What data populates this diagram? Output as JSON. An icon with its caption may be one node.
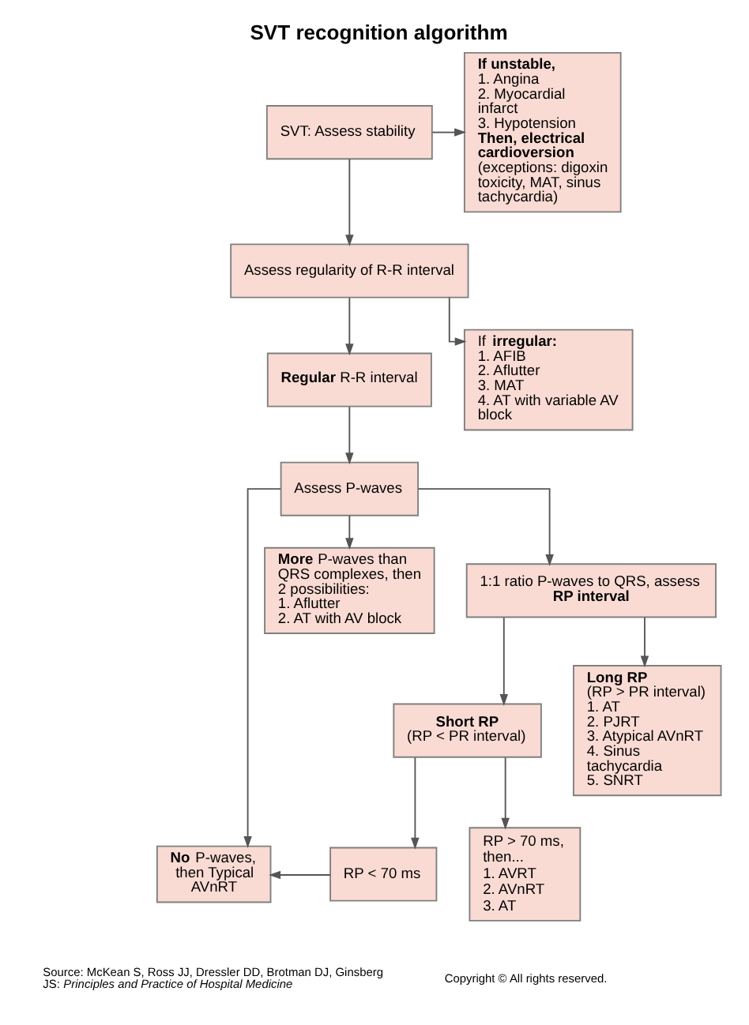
{
  "diagram": {
    "title": "SVT recognition algorithm",
    "nodes": [
      {
        "text": [
          "SVT: Assess stability"
        ]
      },
      {
        "text": [
          "If unstable,",
          "1. Angina",
          "2. Myocardial infarct",
          "3. Hypotension",
          "Then, electrical cardioversion",
          "(exceptions: digoxin toxicity, MAT, sinus tachycardia)"
        ]
      },
      {
        "text": [
          "Assess regularity of R-R interval"
        ]
      },
      {
        "text": [
          "If **irregular:**",
          "1. AFIB",
          "2. Aflutter",
          "3. MAT",
          "4. AT with variable AV block"
        ]
      },
      {
        "text": [
          "**Regular** R-R interval"
        ]
      },
      {
        "text": [
          "Assess P-waves"
        ]
      },
      {
        "text": [
          "**More** P-waves than QRS complexes, then 2 possibilities:",
          "1. Aflutter",
          "2. AT with AV block"
        ]
      },
      {
        "text": [
          "1:1 ratio P-waves to QRS, assess **RP interval**"
        ]
      },
      {
        "text": [
          "Short RP",
          "(RP < PR interval)"
        ]
      },
      {
        "text": [
          "Long RP",
          "(RP > PR interval)",
          "1. AT",
          "2. PJRT",
          "3. Atypical AVnRT",
          "4. Sinus tachycardia",
          "5. SNRT"
        ]
      },
      {
        "text": [
          "RP < 70 ms"
        ]
      },
      {
        "text": [
          "RP > 70 ms, then...",
          "1. AVRT",
          "2. AVnRT",
          "3. AT"
        ]
      },
      {
        "text": [
          "**No** P-waves, then Typical AVnRT"
        ]
      }
    ],
    "edges": [
      {
        "from": 0,
        "to": 1,
        "arrow": "to"
      },
      {
        "from": 0,
        "to": 2,
        "arrow": "to"
      },
      {
        "from": 2,
        "to": 4,
        "arrow": "to"
      },
      {
        "from": 2,
        "to": 3,
        "arrow": "to"
      },
      {
        "from": 4,
        "to": 5,
        "arrow": "to"
      },
      {
        "from": 5,
        "to": 12,
        "arrow": "to"
      },
      {
        "from": 5,
        "to": 6,
        "arrow": "to"
      },
      {
        "from": 5,
        "to": 7,
        "arrow": "to"
      },
      {
        "from": 7,
        "to": 8,
        "arrow": "to"
      },
      {
        "from": 7,
        "to": 9,
        "arrow": "to"
      },
      {
        "from": 8,
        "to": 10,
        "arrow": "to"
      },
      {
        "from": 8,
        "to": 11,
        "arrow": "to"
      },
      {
        "from": 10,
        "to": 12,
        "arrow": "to"
      }
    ],
    "labels": [
      "Source: McKean S, Ross JJ, Dressler DD, Brotman DJ, Ginsberg JS: *Principles and Practice of Hospital Medicine*",
      "Copyright © All rights reserved."
    ]
  }
}
